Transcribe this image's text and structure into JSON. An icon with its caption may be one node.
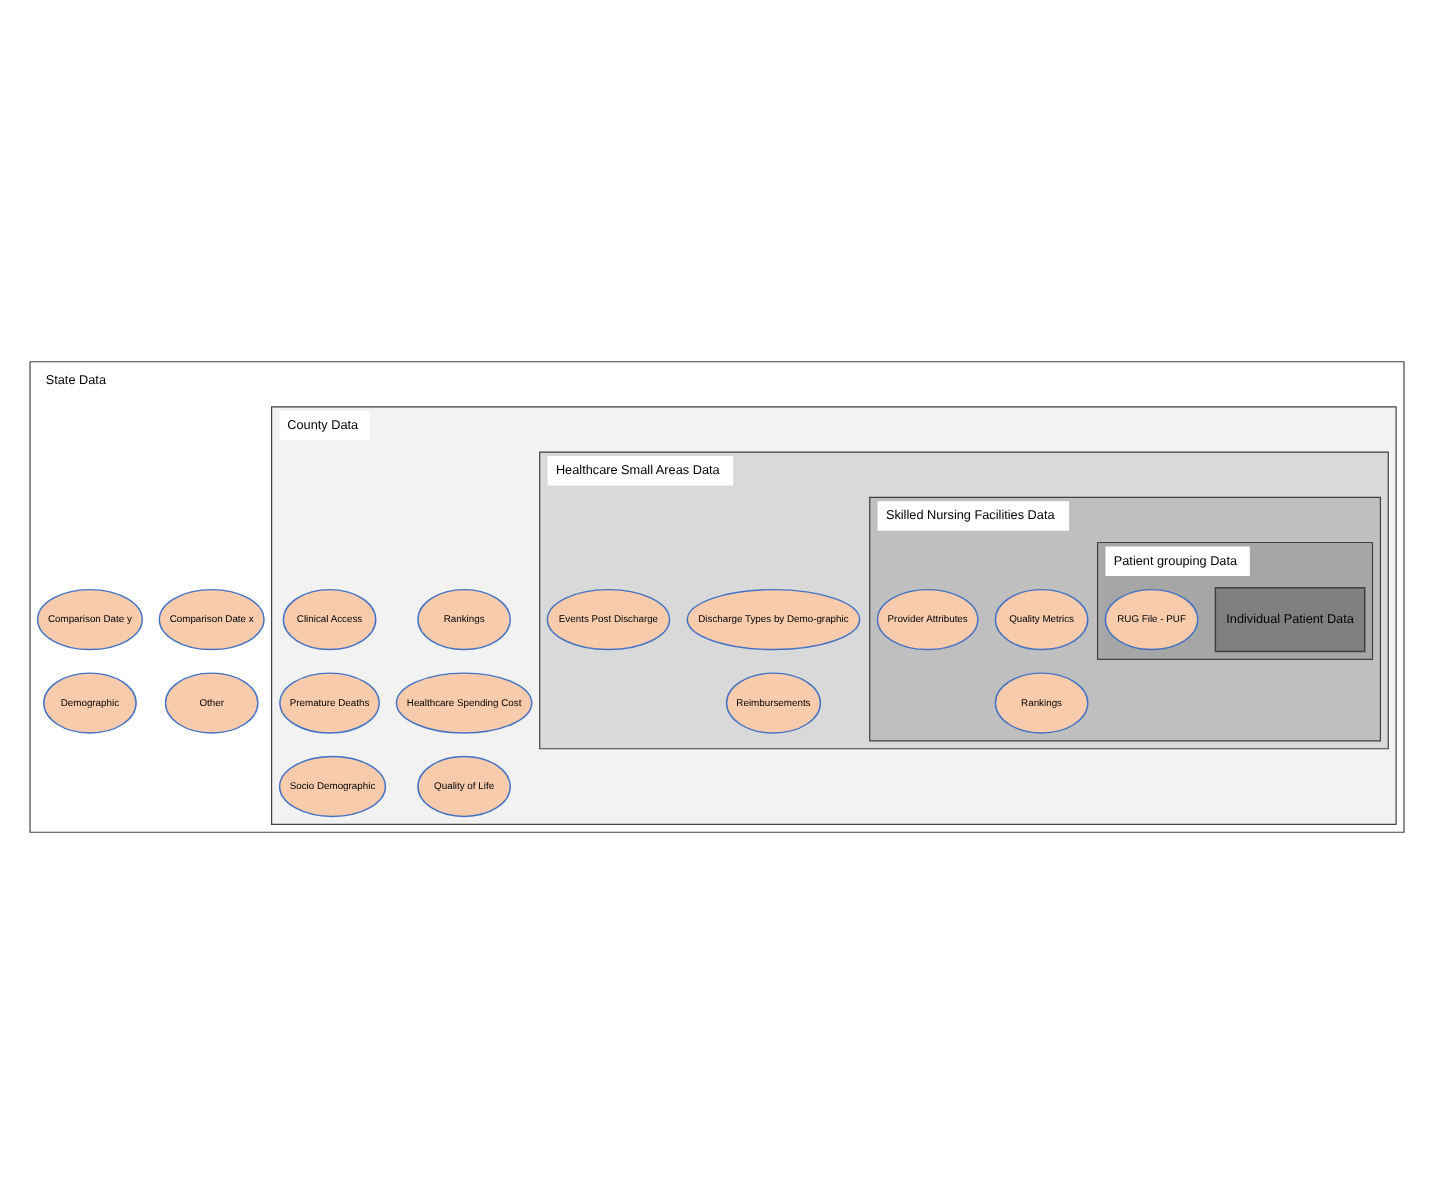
{
  "diagram": {
    "nodes": [
      {
        "text": [
          "State Data"
        ]
      },
      {
        "text": [
          "County Data"
        ],
        "in": 0
      },
      {
        "text": [
          "Healthcare Small Areas Data"
        ],
        "in": 1
      },
      {
        "text": [
          "Skilled Nursing Facilities Data"
        ],
        "in": 2
      },
      {
        "text": [
          "Patient grouping Data"
        ],
        "in": 3
      },
      {
        "text": [
          "Individual Patient Data"
        ],
        "in": 4
      },
      {
        "text": [
          "Rankings"
        ],
        "in": 1
      },
      {
        "text": [
          "Quality Metrics"
        ],
        "in": 3
      },
      {
        "text": [
          "RUG File - PUF"
        ],
        "in": 4
      },
      {
        "text": [
          "Clinical Access"
        ],
        "in": 1
      },
      {
        "text": [
          "Discharge Types by Demo-graphic"
        ],
        "in": 2
      },
      {
        "text": [
          "Comparison Date x"
        ],
        "in": 0
      },
      {
        "text": [
          "Provider Attributes"
        ],
        "in": 3
      },
      {
        "text": [
          "Rankings"
        ],
        "in": 3
      },
      {
        "text": [
          "Healthcare Spending Cost"
        ],
        "in": 1
      },
      {
        "text": [
          "Events Post Discharge"
        ],
        "in": 2
      },
      {
        "text": [
          "Reimbursements"
        ],
        "in": 2
      },
      {
        "text": [
          "Comparison Date y"
        ],
        "in": 0
      },
      {
        "text": [
          "Premature Deaths"
        ],
        "in": 1
      },
      {
        "text": [
          "Quality of Life"
        ],
        "in": 1
      },
      {
        "text": [
          "Socio Demographic"
        ],
        "in": 1
      },
      {
        "text": [
          "Other"
        ],
        "in": 0
      },
      {
        "text": [
          "Demographic"
        ],
        "in": 0
      }
    ],
    "edges": []
  }
}
